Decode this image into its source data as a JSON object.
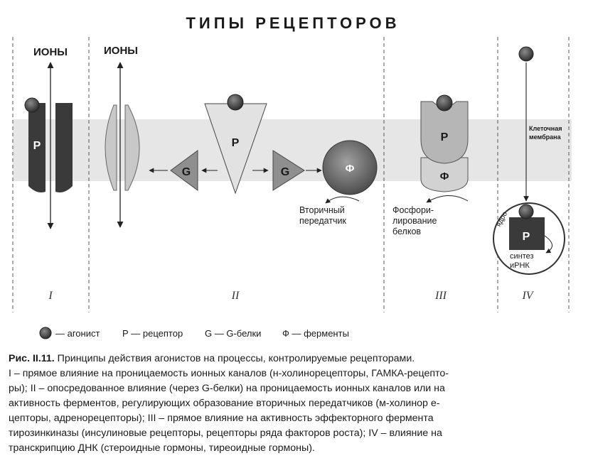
{
  "title": "ТИПЫ РЕЦЕПТОРОВ",
  "labels": {
    "ions": "ИОНЫ",
    "receptor_letter": "Р",
    "g_letter": "G",
    "f_letter": "Ф",
    "membrane_line1": "Клеточная",
    "membrane_line2": "мембрана",
    "second_messenger_line1": "Вторичный",
    "second_messenger_line2": "передатчик",
    "phospho_line1": "Фосфори-",
    "phospho_line2": "лирование",
    "phospho_line3": "белков",
    "nucleus": "ядро",
    "synth_line1": "синтез",
    "synth_line2": "иРНК"
  },
  "sections": [
    "I",
    "II",
    "III",
    "IV"
  ],
  "legend": {
    "agonist": "— агонист",
    "receptor": "Р — рецептор",
    "g_proteins": "G — G-белки",
    "enzymes": "Ф — ферменты"
  },
  "caption": {
    "lead": "Рис. II.11.",
    "main": " Принципы действия агонистов на процессы, контролируемые рецепторами.",
    "lines": [
      "I – прямое влияние на проницаемость ионных каналов (н-холинорецепторы, ГАМКА-рецепто-",
      "ры); II – опосредованное влияние (через G-белки) на проницаемость ионных каналов или на",
      "активность ферментов, регулирующих образование вторичных передатчиков (м-холинор е-",
      "цепторы, адренорецепторы); III – прямое влияние на активность эффекторного фермента",
      "тирозинкиназы (инсулиновые рецепторы, рецепторы ряда факторов роста); IV – влияние на",
      "транскрипцию ДНК (стероидные гормоны, тиреоидные гормоны)."
    ]
  },
  "colors": {
    "membrane": "#e6e6e6",
    "dark": "#3a3a3a",
    "light_gray": "#c8c8c8",
    "mid_gray": "#9a9a9a",
    "agonist": "#4a4a4a"
  }
}
